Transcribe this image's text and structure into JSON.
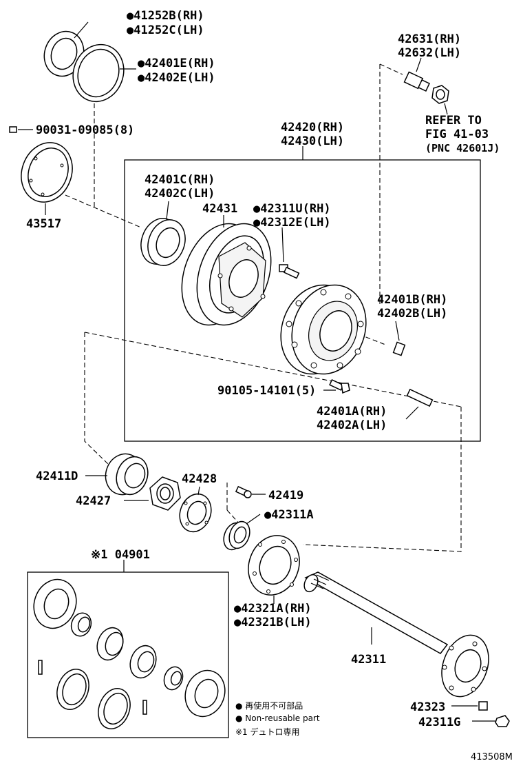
{
  "labels": {
    "p41252": [
      "●41252B(RH)",
      "●41252C(LH)"
    ],
    "p42401E": [
      "●42401E(RH)",
      "●42402E(LH)"
    ],
    "p42631": [
      "42631(RH)",
      "42632(LH)"
    ],
    "refer": [
      "REFER TO",
      "FIG 41-03",
      "(PNC 42601J)"
    ],
    "p90031": "90031-09085(8)",
    "p42420": [
      "42420(RH)",
      "42430(LH)"
    ],
    "p43517": "43517",
    "p42401C": [
      "42401C(RH)",
      "42402C(LH)"
    ],
    "p42431": "42431",
    "p42311U": [
      "●42311U(RH)",
      "●42312E(LH)"
    ],
    "p42401B": [
      "42401B(RH)",
      "42402B(LH)"
    ],
    "p90105": "90105-14101(5)",
    "p42401A": [
      "42401A(RH)",
      "42402A(LH)"
    ],
    "p42411D": "42411D",
    "p42428": "42428",
    "p42419": "42419",
    "p42427": "42427",
    "p42311A": "●42311A",
    "p04901": "※1 04901",
    "p42321A": [
      "●42321A(RH)",
      "●42321B(LH)"
    ],
    "p42311": "42311",
    "p42323": "42323",
    "p42311G": "42311G",
    "legend": [
      "● 再使用不可部品",
      "● Non-reusable part",
      "※1 デュトロ専用"
    ],
    "figure_id": "413508M"
  }
}
